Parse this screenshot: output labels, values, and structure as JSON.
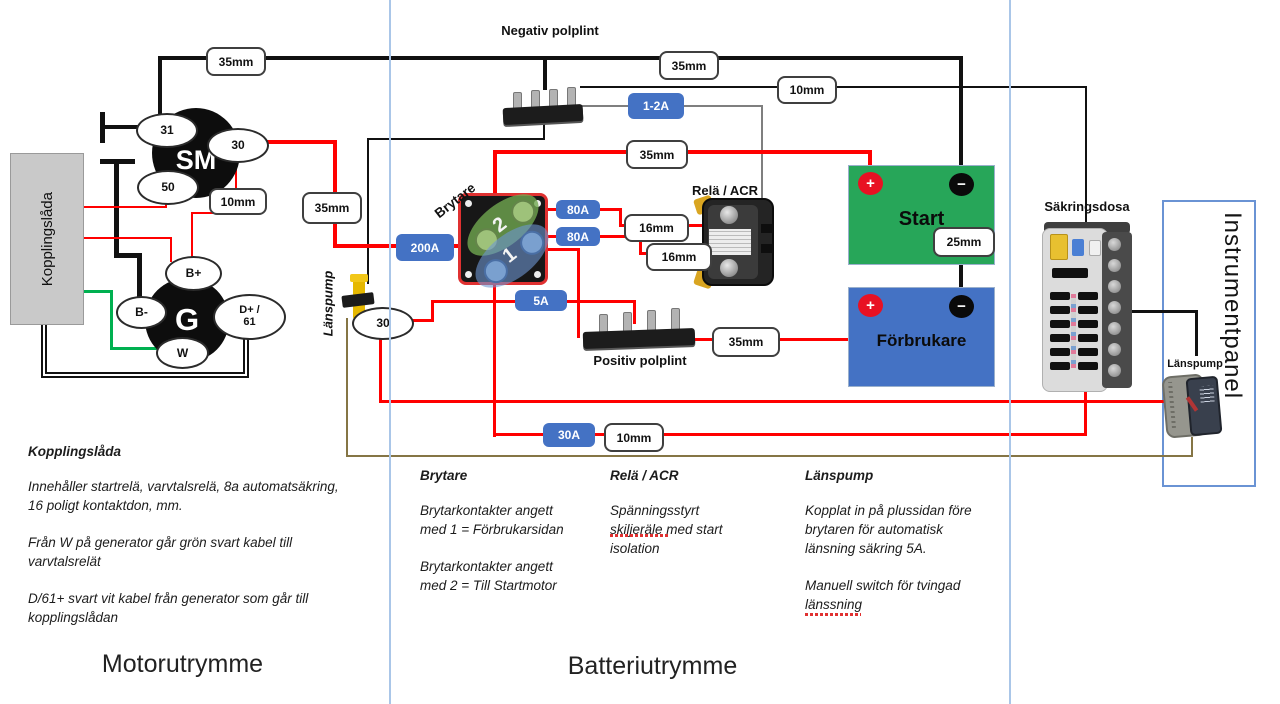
{
  "zones": {
    "motor": "Motorutrymme",
    "batteri": "Batteriutrymme"
  },
  "component_labels": {
    "negativ_polplint": "Negativ polplint",
    "positiv_polplint": "Positiv polplint",
    "rele_acr": "Relä / ACR",
    "sakringsdosa": "Säkringsdosa",
    "brytare": "Brytare",
    "lanspump_valve": "Länspump",
    "lanspump_switch": "Länspump",
    "instrumentpanel": "Instrumentpanel",
    "kopplingslada": "Kopplingslåda"
  },
  "wire_labels": {
    "bus_left": "35mm",
    "bus_right": "35mm",
    "neg_branch": "10mm",
    "sm_to_switch": "35mm",
    "sm_to_gen": "10mm",
    "switch_to_start": "35mm",
    "acr_top": "16mm",
    "acr_bottom": "16mm",
    "start_neg": "25mm",
    "polplint_to_forbrukare": "35mm",
    "fusebox_feed": "10mm"
  },
  "fuses": {
    "shunt": "1-2A",
    "main": "200A",
    "acr_top": "80A",
    "acr_bottom": "80A",
    "bilge_auto": "5A",
    "fusebox": "30A"
  },
  "startmotor": {
    "label": "SM",
    "t31": "31",
    "t30": "30",
    "t50": "50"
  },
  "generator": {
    "label": "G",
    "bplus": "B+",
    "bminus": "B-",
    "dplus_line1": "D+ /",
    "dplus_line2": "61",
    "w": "W"
  },
  "brytare_switch": {
    "pos1": "1",
    "pos2": "2"
  },
  "valve_terminal": "30",
  "batteries": {
    "start": {
      "label": "Start",
      "plus": "+",
      "minus": "−"
    },
    "forbrukare": {
      "label": "Förbrukare",
      "plus": "+",
      "minus": "−"
    }
  },
  "notes": {
    "kopplingslada": {
      "title": "Kopplingslåda",
      "p1": "Innehåller startrelä, varvtalsrelä, 8a automatsäkring,\n16 poligt kontaktdon, mm.",
      "p2": "Från W på generator går grön svart kabel till\nvarvtalsrelät",
      "p3": "D/61+ svart vit kabel från generator som går till\nkopplingslådan"
    },
    "brytare": {
      "title": "Brytare",
      "p1": "Brytarkontakter angett\nmed 1 = Förbrukarsidan",
      "p2": "Brytarkontakter angett\nmed 2 = Till Startmotor"
    },
    "rele": {
      "title": "Relä / ACR",
      "p1": "Spänningsstyrt\nskiljeräle med start\nisolation"
    },
    "lanspump": {
      "title": "Länspump",
      "p1": "Kopplat in på plussidan före\nbrytaren för automatisk\nlänsning säkring 5A.",
      "p2": "Manuell switch för tvingad\nlänssning"
    }
  },
  "colors": {
    "wire_red": "#ff0000",
    "wire_black": "#111111",
    "wire_green": "#00b050",
    "wire_olive": "#857545",
    "fuse_blue": "#4472c4",
    "start_battery_green": "#27a659",
    "forbrukare_battery_blue": "#4472c4",
    "plus_red": "#e81123",
    "zone_line_blue": "#aac6e8"
  }
}
